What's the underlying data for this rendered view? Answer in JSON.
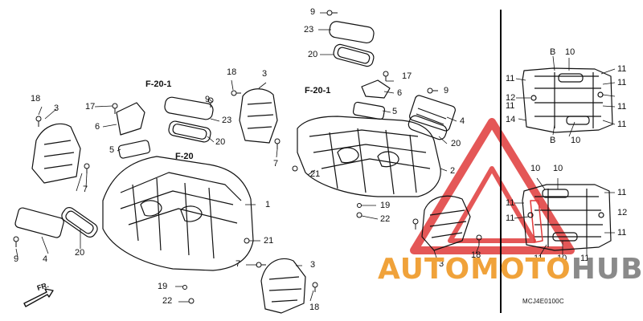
{
  "callouts": {
    "r9_a": "9",
    "r23_a": "23",
    "r20_a": "20",
    "r17_a": "17",
    "r6_a": "6",
    "r5_a": "5",
    "r4_a": "4",
    "r20_b": "20",
    "r2": "2",
    "r21_a": "21",
    "r19_a": "19",
    "r22_a": "22",
    "r3_a": "3",
    "r18_a": "18",
    "r9_b": "9",
    "r23_b": "23",
    "r20_c": "20",
    "r7_a": "7",
    "r1": "1",
    "r21_b": "21",
    "r7_b": "7",
    "r3_b": "3",
    "r19_b": "19",
    "r22_b": "22",
    "r18_b": "18",
    "r3_c": "3",
    "r18_c": "18",
    "r17_b": "17",
    "r6_b": "6",
    "r5_b": "5",
    "r7_c": "7",
    "r4_b": "4",
    "r20_d": "20",
    "r9_c": "9",
    "r3_d": "3",
    "r18_d": "18",
    "r9_d": "9"
  },
  "refs": {
    "f20_1_a": "F-20-1",
    "f20_1_b": "F-20-1",
    "f20": "F-20"
  },
  "detail_top": {
    "b1": "B",
    "n10_top": "10",
    "n11_l1": "11",
    "n12": "12",
    "n11_l2": "11",
    "n14": "14",
    "n11_r1": "11",
    "n11_r2": "11",
    "n11_r3": "11",
    "n11_r4": "11",
    "b2": "B",
    "n10_bot": "10"
  },
  "detail_bottom": {
    "n10_a": "10",
    "n10_b": "10",
    "n11_r1": "11",
    "n12": "12",
    "n11_r2": "11",
    "n11_l1": "11",
    "n11_l2": "11",
    "n11_b1": "11",
    "n10_c": "10",
    "n11_b2": "11"
  },
  "front_label": "FR.",
  "diagram_code": "MCJ4E0100C",
  "watermark": {
    "part1": "AUTOMOTO",
    "part2": "HUB",
    "orange": "#f0a23a",
    "gray": "#8a8a8a",
    "red": "#e03a3a"
  }
}
